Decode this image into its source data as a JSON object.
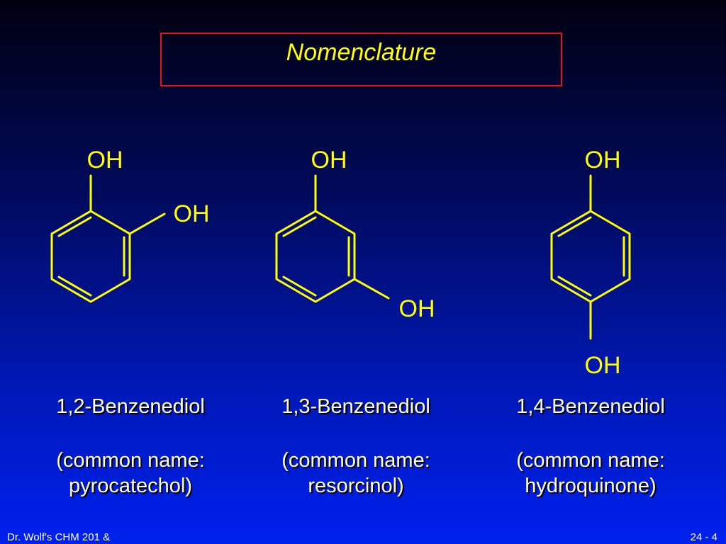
{
  "slide": {
    "title": "Nomenclature",
    "footer_left": "Dr. Wolf's CHM 201 &",
    "footer_right": "24 - 4"
  },
  "colors": {
    "title_text": "#ffff00",
    "title_border": "#e4141e",
    "bond": "#ffff00",
    "caption_text": "#ffffff"
  },
  "compounds": [
    {
      "name": "1,2-Benzenediol",
      "common_line1": "(common name:",
      "common_line2": "pyrocatechol)",
      "substituent_labels": [
        "OH",
        "OH"
      ]
    },
    {
      "name": "1,3-Benzenediol",
      "common_line1": "(common name:",
      "common_line2": "resorcinol)",
      "substituent_labels": [
        "OH",
        "OH"
      ]
    },
    {
      "name": "1,4-Benzenediol",
      "common_line1": "(common name:",
      "common_line2": "hydroquinone)",
      "substituent_labels": [
        "OH",
        "OH"
      ]
    }
  ]
}
